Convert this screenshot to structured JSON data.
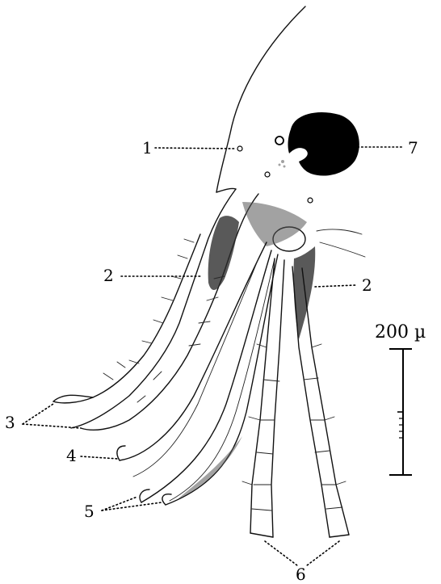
{
  "labels": {
    "l1": "1",
    "l2a": "2",
    "l2b": "2",
    "l3": "3",
    "l4": "4",
    "l5": "5",
    "l6": "6",
    "l7": "7"
  },
  "scale_bar": {
    "label": "200 µ"
  },
  "colors": {
    "ink": "#000000",
    "background": "#ffffff"
  }
}
